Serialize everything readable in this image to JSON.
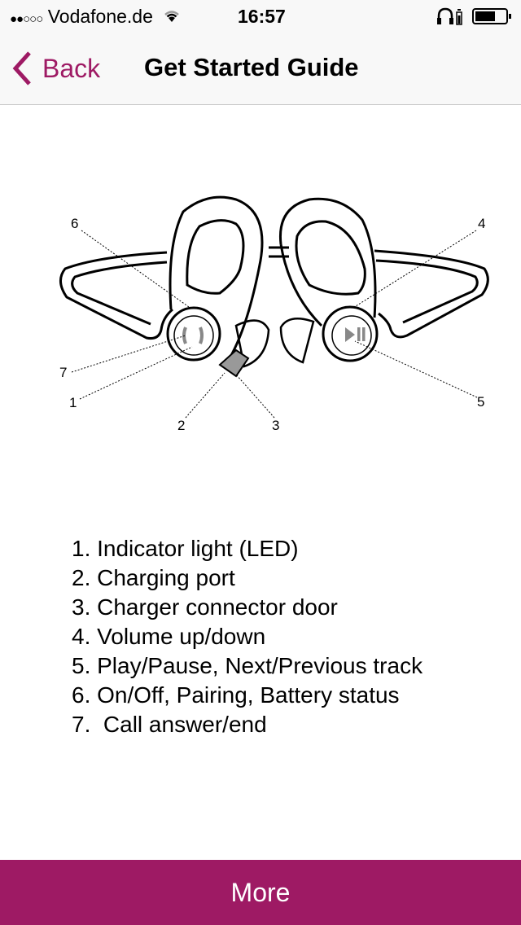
{
  "status_bar": {
    "carrier": "Vodafone.de",
    "time": "16:57",
    "signal_bars": 2,
    "signal_total": 5,
    "battery_level": 0.6
  },
  "nav": {
    "back_label": "Back",
    "title": "Get Started Guide"
  },
  "diagram": {
    "callouts": [
      "1",
      "2",
      "3",
      "4",
      "5",
      "6",
      "7"
    ]
  },
  "legend": [
    "1. Indicator light (LED)",
    "2. Charging port",
    "3. Charger connector door",
    "4. Volume up/down",
    "5. Play/Pause, Next/Previous track",
    "6. On/Off, Pairing, Battery status",
    "7.  Call answer/end"
  ],
  "footer": {
    "more_label": "More"
  },
  "colors": {
    "accent": "#9e1a64"
  }
}
